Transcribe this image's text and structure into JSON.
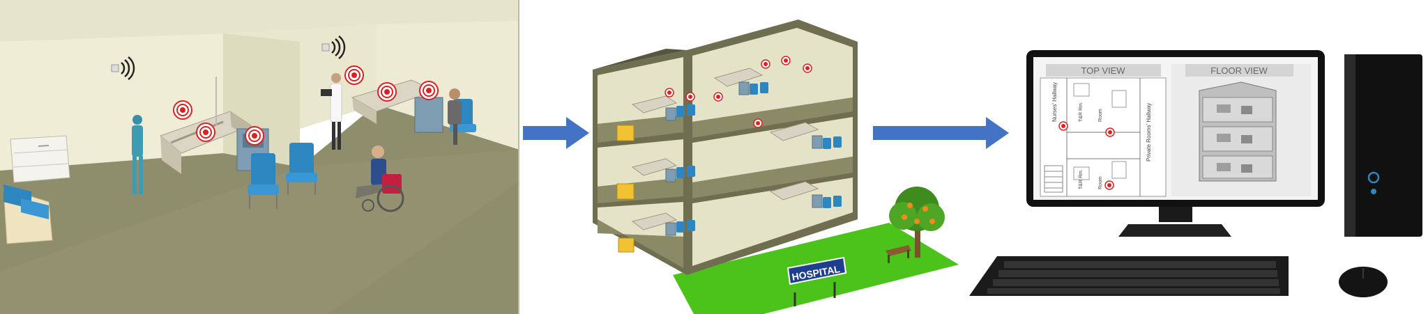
{
  "hospital_sign": {
    "label": "HOSPITAL"
  },
  "monitor": {
    "top_view_label": "TOP VIEW",
    "floor_view_label": "FLOOR VIEW",
    "hallway_left": "Nurses' Hallway",
    "hallway_right": "Private Rooms' Hallway",
    "room_labels": [
      {
        "label": "T&R Rm."
      },
      {
        "label": "Room"
      },
      {
        "label": "T&R Rm."
      },
      {
        "label": "Room"
      }
    ]
  },
  "colors": {
    "arrow": "#4472C4",
    "alert_red": "#E02020",
    "chair_blue": "#2E86C1",
    "floor": "#8F8E6C",
    "wall": "#EDEBD3",
    "grass": "#4CC31A"
  }
}
